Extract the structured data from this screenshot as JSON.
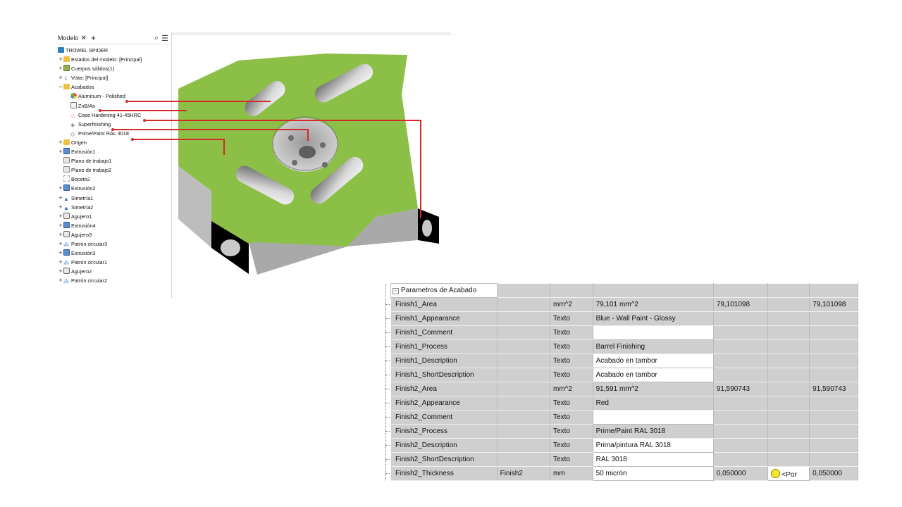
{
  "browser": {
    "tab_label": "Modelo",
    "tab_close": "✕",
    "tab_add": "+",
    "search_icon": "⌕",
    "menu_icon": "☰",
    "root": "TROWEL SPIDER",
    "items": [
      {
        "label": "Estados del modelo: [Principal]",
        "expander": "+",
        "icon": "folder-icon"
      },
      {
        "label": "Cuerpos sólidos(1)",
        "expander": "+",
        "icon": "solid-bodies-icon"
      },
      {
        "label": "Vista: [Principal]",
        "expander": "+",
        "icon": "view-icon"
      },
      {
        "label": "Acabados",
        "expander": "−",
        "icon": "finishes-folder-icon"
      },
      {
        "label": "Aluminum - Polished",
        "expander": "",
        "icon": "appearance-icon",
        "level": 2
      },
      {
        "label": "ZnB/An",
        "expander": "",
        "icon": "coating-icon",
        "level": 2
      },
      {
        "label": "Case Hardening 41-45HRC",
        "expander": "",
        "icon": "flame-icon",
        "level": 2
      },
      {
        "label": "Superfinishing",
        "expander": "",
        "icon": "superfinishing-icon",
        "level": 2
      },
      {
        "label": "Prime/Paint RAL 3018",
        "expander": "",
        "icon": "paint-icon",
        "level": 2
      },
      {
        "label": "Origen",
        "expander": "+",
        "icon": "folder-icon"
      },
      {
        "label": "Extrusión1",
        "expander": "+",
        "icon": "extrusion-icon"
      },
      {
        "label": "Plano de trabajo1",
        "expander": "",
        "icon": "work-plane-icon"
      },
      {
        "label": "Plano de trabajo2",
        "expander": "",
        "icon": "work-plane-icon"
      },
      {
        "label": "Boceto2",
        "expander": "",
        "icon": "sketch-icon"
      },
      {
        "label": "Extrusión2",
        "expander": "+",
        "icon": "extrusion-icon"
      },
      {
        "label": "Simetría1",
        "expander": "+",
        "icon": "mirror-icon"
      },
      {
        "label": "Simetría2",
        "expander": "+",
        "icon": "mirror-icon"
      },
      {
        "label": "Agujero1",
        "expander": "+",
        "icon": "hole-icon"
      },
      {
        "label": "Extrusión4",
        "expander": "+",
        "icon": "extrusion-icon"
      },
      {
        "label": "Agujero3",
        "expander": "+",
        "icon": "hole-icon"
      },
      {
        "label": "Patrón circular3",
        "expander": "+",
        "icon": "circular-pattern-icon"
      },
      {
        "label": "Extrusión3",
        "expander": "+",
        "icon": "extrusion-icon"
      },
      {
        "label": "Patrón circular1",
        "expander": "+",
        "icon": "circular-pattern-icon"
      },
      {
        "label": "Agujero2",
        "expander": "+",
        "icon": "hole-icon"
      },
      {
        "label": "Patrón circular2",
        "expander": "+",
        "icon": "circular-pattern-icon"
      }
    ]
  },
  "viewport": {
    "part_color": "#8cbf46",
    "side_color": "#b4b4b4",
    "black_face": "#000000",
    "leader_color": "#d42a2a"
  },
  "parameters": {
    "section_label": "Parametros de Acabado",
    "collapse_symbol": "-",
    "rows": [
      {
        "name": "Finish1_Area",
        "ref": "",
        "unit": "mm^2",
        "expr": "79,101 mm^2",
        "nominal": "79,101098",
        "tol": "",
        "model": "79,101098",
        "expr_white": false
      },
      {
        "name": "Finish1_Appearance",
        "ref": "",
        "unit": "Texto",
        "expr": "Blue - Wall Paint - Glossy",
        "nominal": "",
        "tol": "",
        "model": "",
        "expr_white": false
      },
      {
        "name": "Finish1_Comment",
        "ref": "",
        "unit": "Texto",
        "expr": "",
        "nominal": "",
        "tol": "",
        "model": "",
        "expr_white": true
      },
      {
        "name": "Finish1_Process",
        "ref": "",
        "unit": "Texto",
        "expr": "Barrel Finishing",
        "nominal": "",
        "tol": "",
        "model": "",
        "expr_white": false
      },
      {
        "name": "Finish1_Description",
        "ref": "",
        "unit": "Texto",
        "expr": "Acabado en tambor",
        "nominal": "",
        "tol": "",
        "model": "",
        "expr_white": true
      },
      {
        "name": "Finish1_ShortDescription",
        "ref": "",
        "unit": "Texto",
        "expr": "Acabado en tambor",
        "nominal": "",
        "tol": "",
        "model": "",
        "expr_white": true
      },
      {
        "name": "Finish2_Area",
        "ref": "",
        "unit": "mm^2",
        "expr": "91,591 mm^2",
        "nominal": "91,590743",
        "tol": "",
        "model": "91,590743",
        "expr_white": false
      },
      {
        "name": "Finish2_Appearance",
        "ref": "",
        "unit": "Texto",
        "expr": "Red",
        "nominal": "",
        "tol": "",
        "model": "",
        "expr_white": false
      },
      {
        "name": "Finish2_Comment",
        "ref": "",
        "unit": "Texto",
        "expr": "",
        "nominal": "",
        "tol": "",
        "model": "",
        "expr_white": true
      },
      {
        "name": "Finish2_Process",
        "ref": "",
        "unit": "Texto",
        "expr": "Prime/Paint RAL 3018",
        "nominal": "",
        "tol": "",
        "model": "",
        "expr_white": false
      },
      {
        "name": "Finish2_Description",
        "ref": "",
        "unit": "Texto",
        "expr": "Prima/pintura RAL 3018",
        "nominal": "",
        "tol": "",
        "model": "",
        "expr_white": true
      },
      {
        "name": "Finish2_ShortDescription",
        "ref": "",
        "unit": "Texto",
        "expr": "RAL 3018",
        "nominal": "",
        "tol": "",
        "model": "",
        "expr_white": true
      },
      {
        "name": "Finish2_Thickness",
        "ref": "Finish2",
        "unit": "mm",
        "expr": "50 micrón",
        "nominal": "0,050000",
        "tol": "<Por",
        "model": "0,050000",
        "expr_white": true
      }
    ]
  }
}
